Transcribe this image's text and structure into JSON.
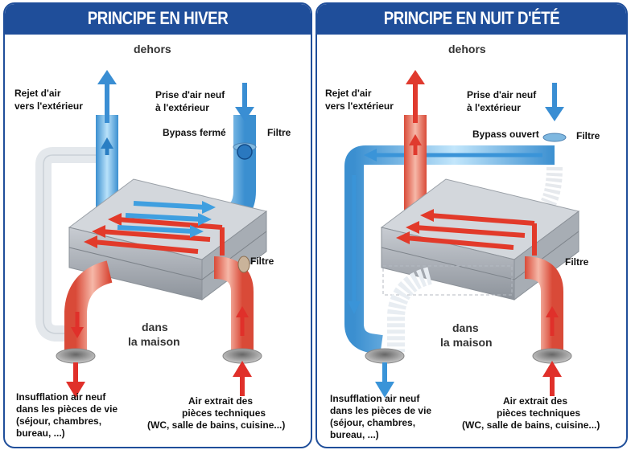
{
  "winter": {
    "title": "PRINCIPE EN HIVER",
    "outside": "dehors",
    "exhaust_line1": "Rejet d'air",
    "exhaust_line2": "vers l'extérieur",
    "intake_line1": "Prise d'air neuf",
    "intake_line2": "à l'extérieur",
    "bypass": "Bypass fermé",
    "filter_top": "Filtre",
    "filter_mid": "Filtre",
    "house_line1": "dans",
    "house_line2": "la maison",
    "supply_line1": "Insufflation air neuf",
    "supply_line2": "dans les pièces de vie",
    "supply_line3": "(séjour, chambres,",
    "supply_line4": "bureau, ...)",
    "extract_line1": "Air extrait des",
    "extract_line2": "pièces techniques",
    "extract_line3": "(WC, salle de bains, cuisine...)"
  },
  "summer": {
    "title": "PRINCIPE EN NUIT D'ÉTÉ",
    "outside": "dehors",
    "exhaust_line1": "Rejet d'air",
    "exhaust_line2": "vers l'extérieur",
    "intake_line1": "Prise d'air neuf",
    "intake_line2": "à l'extérieur",
    "bypass": "Bypass ouvert",
    "filter_top": "Filtre",
    "filter_mid": "Filtre",
    "house_line1": "dans",
    "house_line2": "la maison",
    "supply_line1": "Insufflation air neuf",
    "supply_line2": "dans les pièces de vie",
    "supply_line3": "(séjour, chambres,",
    "supply_line4": "bureau, ...)",
    "extract_line1": "Air extrait des",
    "extract_line2": "pièces techniques",
    "extract_line3": "(WC, salle de bains, cuisine...)"
  },
  "colors": {
    "title_bar": "#1f4e9a",
    "warm_air": "#e8513f",
    "cold_air": "#5fb0e0",
    "bypass_duct": "#dfe4ea"
  }
}
